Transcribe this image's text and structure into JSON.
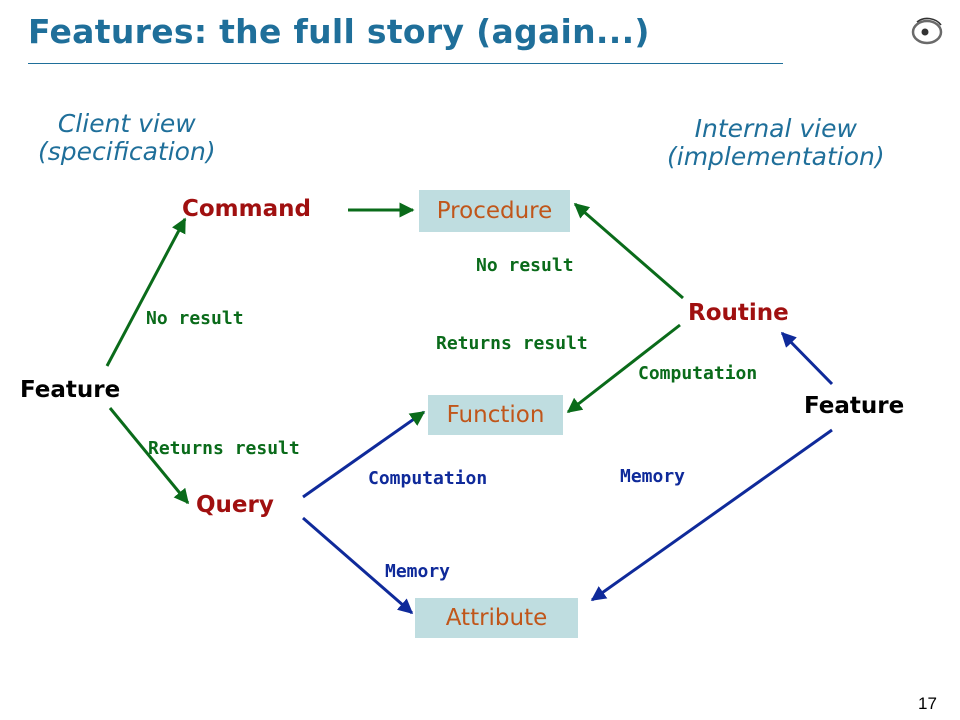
{
  "title": "Features: the full story (again...)",
  "client_view": {
    "line1": "Client view",
    "line2": "(specification)"
  },
  "internal_view": {
    "line1": "Internal view",
    "line2": "(implementation)"
  },
  "nodes": {
    "feature_left": "Feature",
    "command": "Command",
    "query": "Query",
    "routine": "Routine",
    "feature_right": "Feature"
  },
  "boxes": {
    "procedure": "Procedure",
    "function": "Function",
    "attribute": "Attribute"
  },
  "edge_labels": {
    "no_result_left": "No result",
    "returns_result_left": "Returns result",
    "no_result_right": "No result",
    "returns_result_right": "Returns result",
    "computation_right": "Computation",
    "computation_left": "Computation",
    "memory_right": "Memory",
    "memory_left": "Memory"
  },
  "colors": {
    "title": "#1f6f9a",
    "green_arrow": "#0a6b1a",
    "blue_arrow": "#0f2a9a",
    "node_red": "#a01010",
    "box_fill": "#bfdde0",
    "box_text": "#c0561a"
  },
  "logo_icon": "eiffel-logo-icon",
  "page_number": "17"
}
